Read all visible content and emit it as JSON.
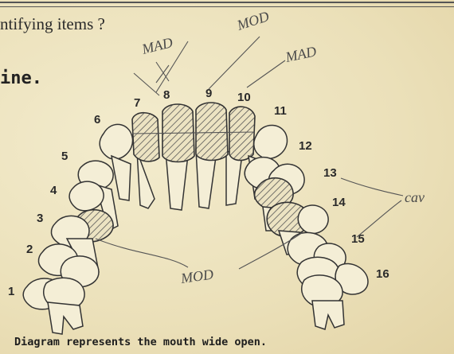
{
  "header": {
    "question_fragment": "ntifying items ?",
    "section_fragment": "ine."
  },
  "figure": {
    "caption": "Diagram represents the mouth wide open.",
    "tooth_numbers": [
      "1",
      "2",
      "3",
      "4",
      "5",
      "6",
      "7",
      "8",
      "9",
      "10",
      "11",
      "12",
      "13",
      "14",
      "15",
      "16"
    ],
    "handwritten_notes": {
      "mad_left": "MAD",
      "mod_top": "MOD",
      "mad_right": "MAD",
      "mod_bottom": "MOD",
      "cav": "cav"
    },
    "filled_teeth": [
      "7",
      "8",
      "9",
      "10",
      "13",
      "14"
    ]
  }
}
